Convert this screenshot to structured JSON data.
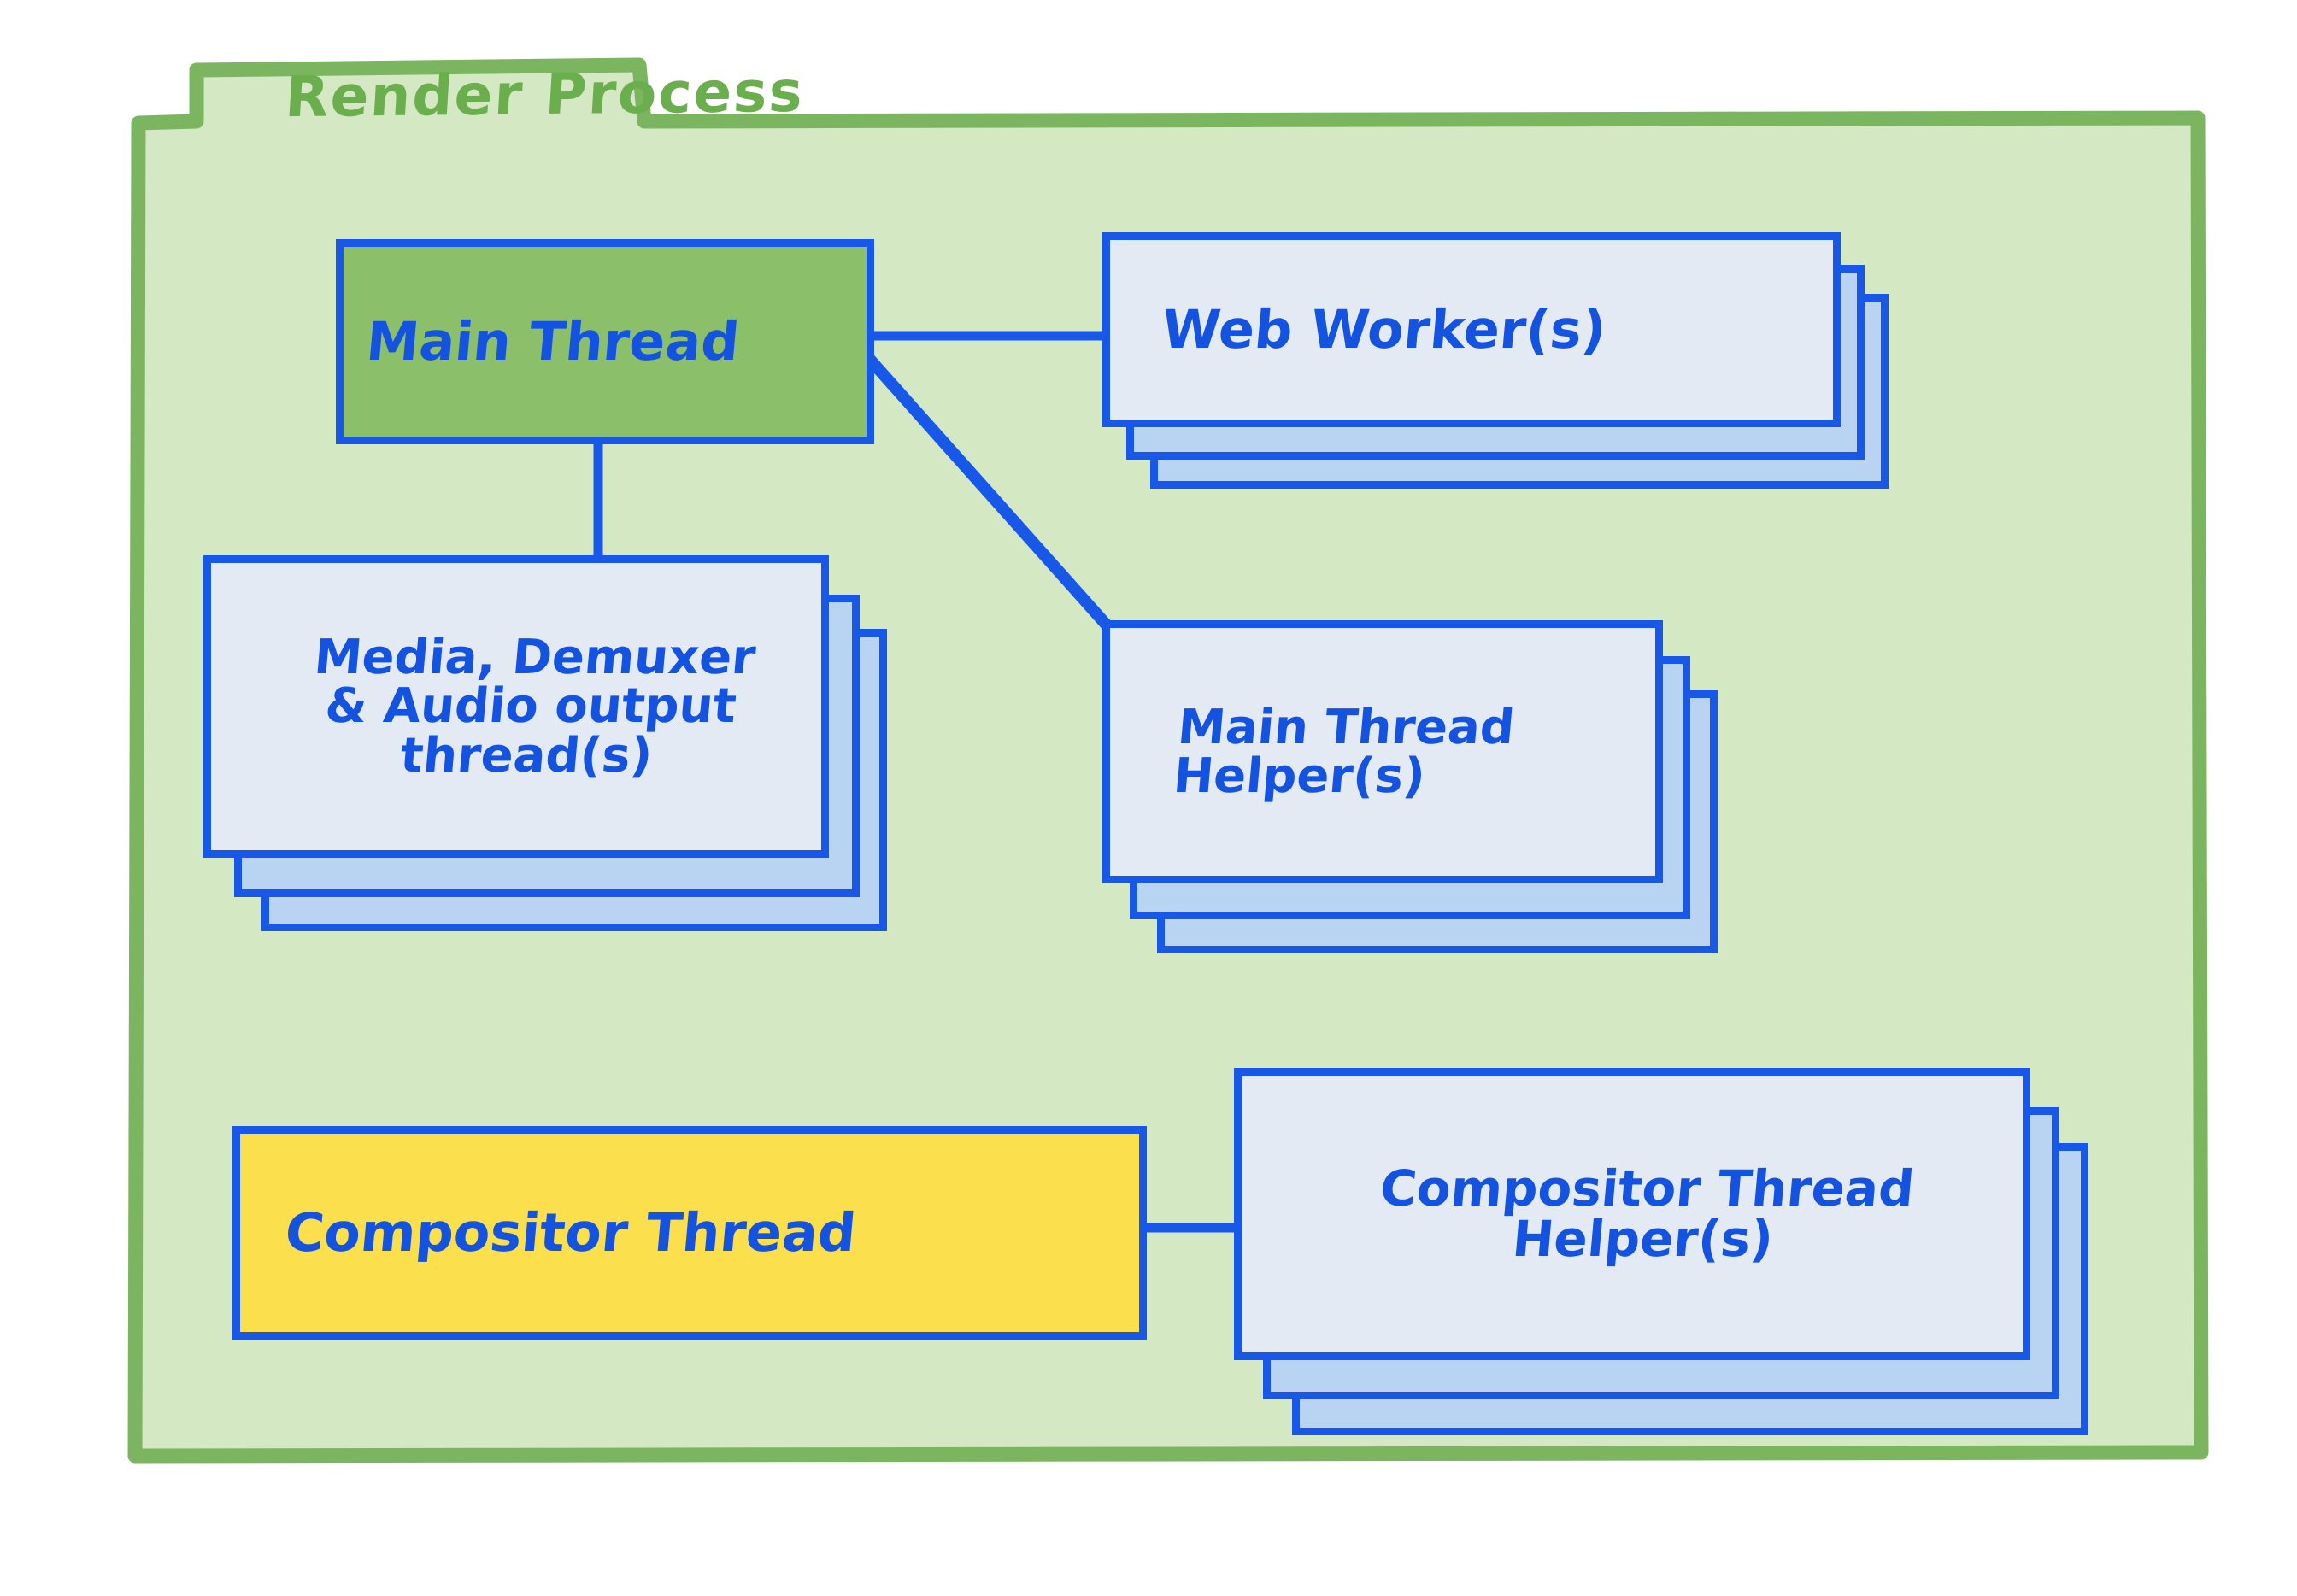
{
  "diagram": {
    "title": "Render Process",
    "type": "block-diagram",
    "colors": {
      "frame_border": "#7cb560",
      "frame_fill": "#d4e8c4",
      "title_text": "#6aae4e",
      "node_border": "#1758e8",
      "node_text": "#1452e0",
      "node_fill_default": "#e3eaf4",
      "node_fill_stack_shadow": "#b9d4f2",
      "main_thread_fill": "#8cbf6a",
      "compositor_thread_fill": "#fbdf4c",
      "connector": "#1758e8",
      "canvas": "#ffffff"
    },
    "nodes": [
      {
        "id": "main-thread",
        "label": "Main Thread",
        "lines": [
          "Main Thread"
        ],
        "fill": "#8cbf6a",
        "stacked": false,
        "stack_count": 1
      },
      {
        "id": "web-worker",
        "label": "Web Worker(s)",
        "lines": [
          "Web Worker(s)"
        ],
        "fill": "#e3eaf4",
        "stacked": true,
        "stack_count": 3
      },
      {
        "id": "media-demuxer-audio",
        "label": "Media, Demuxer & Audio output thread(s)",
        "lines": [
          "Media, Demuxer",
          "& Audio output",
          "thread(s)"
        ],
        "fill": "#e3eaf4",
        "stacked": true,
        "stack_count": 3
      },
      {
        "id": "main-thread-helper",
        "label": "Main Thread Helper(s)",
        "lines": [
          "Main Thread",
          "Helper(s)"
        ],
        "fill": "#e3eaf4",
        "stacked": true,
        "stack_count": 3
      },
      {
        "id": "compositor-thread",
        "label": "Compositor Thread",
        "lines": [
          "Compositor Thread"
        ],
        "fill": "#fbdf4c",
        "stacked": false,
        "stack_count": 1
      },
      {
        "id": "compositor-thread-helper",
        "label": "Compositor Thread Helper(s)",
        "lines": [
          "Compositor Thread",
          "Helper(s)"
        ],
        "fill": "#e3eaf4",
        "stacked": true,
        "stack_count": 3
      }
    ],
    "edges": [
      {
        "from": "main-thread",
        "to": "web-worker",
        "style": "straight-horizontal"
      },
      {
        "from": "main-thread",
        "to": "main-thread-helper",
        "style": "diagonal"
      },
      {
        "from": "main-thread",
        "to": "media-demuxer-audio",
        "style": "straight-vertical"
      },
      {
        "from": "compositor-thread",
        "to": "compositor-thread-helper",
        "style": "straight-horizontal"
      }
    ]
  }
}
